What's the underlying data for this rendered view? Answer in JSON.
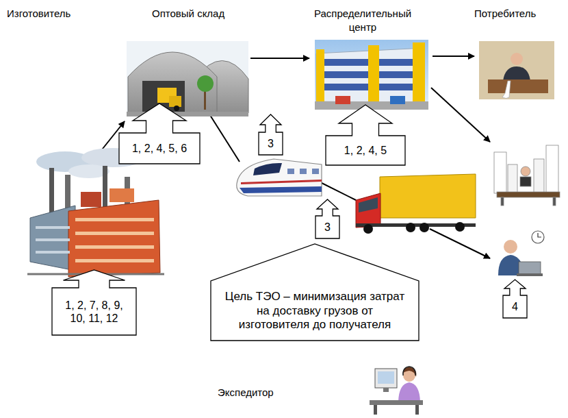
{
  "diagram": {
    "nodes": [
      {
        "text": [
          "1, 2, 4, 5, 6"
        ]
      },
      {
        "text": [
          "3"
        ]
      },
      {
        "text": [
          "1, 2, 4, 5"
        ]
      },
      {
        "text": [
          "3"
        ]
      },
      {
        "text": [
          "1, 2, 7, 8, 9, 10, 11, 12"
        ]
      },
      {
        "text": [
          "Цель ТЭО – минимизация затрат на доставку грузов от изготовителя до получателя"
        ]
      },
      {
        "text": [
          "4"
        ]
      }
    ],
    "labels": [
      "Изготовитель",
      "Оптовый склад",
      "Распределительный центр",
      "Потребитель",
      "Экспедитор"
    ]
  }
}
